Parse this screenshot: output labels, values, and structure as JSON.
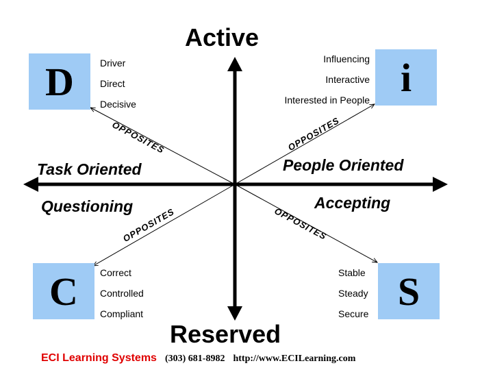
{
  "titles": {
    "top": "Active",
    "bottom": "Reserved"
  },
  "labels": {
    "task_oriented": "Task Oriented",
    "people_oriented": "People Oriented",
    "questioning": "Questioning",
    "accepting": "Accepting",
    "opposites": "OPPOSITES"
  },
  "quadrants": {
    "d": {
      "letter": "D",
      "traits": [
        "Driver",
        "Direct",
        "Decisive"
      ]
    },
    "i": {
      "letter": "i",
      "traits": [
        "Influencing",
        "Interactive",
        "Interested in People"
      ]
    },
    "c": {
      "letter": "C",
      "traits": [
        "Correct",
        "Controlled",
        "Compliant"
      ]
    },
    "s": {
      "letter": "S",
      "traits": [
        "Stable",
        "Steady",
        "Secure"
      ]
    }
  },
  "footer": {
    "company": "ECI Learning Systems",
    "phone": "(303) 681-8982",
    "url": "http://www.ECILearning.com"
  },
  "colors": {
    "box": "#9fcbf5",
    "company": "#e00000",
    "lines": "#000000"
  }
}
